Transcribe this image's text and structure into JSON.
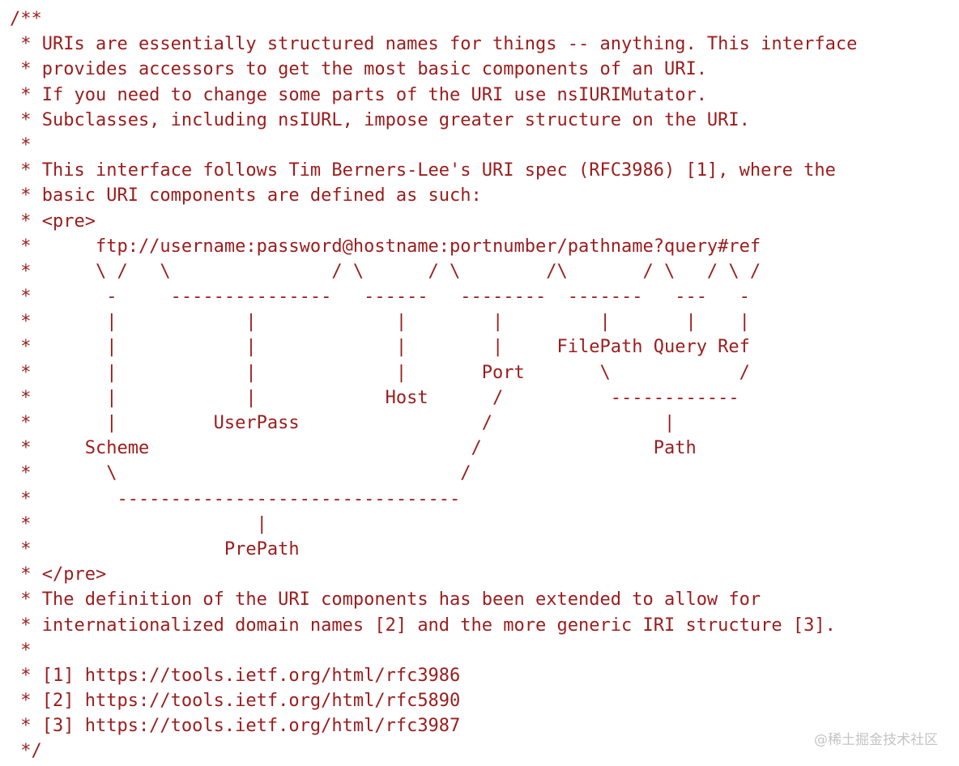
{
  "code": {
    "lines": [
      "/**",
      " * URIs are essentially structured names for things -- anything. This interface",
      " * provides accessors to get the most basic components of an URI.",
      " * If you need to change some parts of the URI use nsIURIMutator.",
      " * Subclasses, including nsIURL, impose greater structure on the URI.",
      " *",
      " * This interface follows Tim Berners-Lee's URI spec (RFC3986) [1], where the",
      " * basic URI components are defined as such:",
      " * <pre>",
      " *      ftp://username:password@hostname:portnumber/pathname?query#ref",
      " *      \\ /   \\               / \\      / \\        /\\       / \\   / \\ /",
      " *       -     ---------------   ------   --------  -------   ---   -",
      " *       |            |             |        |         |       |    |",
      " *       |            |             |        |     FilePath Query Ref",
      " *       |            |             |       Port       \\            /",
      " *       |            |            Host      /          ------------",
      " *       |         UserPass                 /                |",
      " *     Scheme                              /                Path",
      " *       \\                                /",
      " *        --------------------------------",
      " *                     |",
      " *                  PrePath",
      " * </pre>",
      " * The definition of the URI components has been extended to allow for",
      " * internationalized domain names [2] and the more generic IRI structure [3].",
      " *",
      " * [1] https://tools.ietf.org/html/rfc3986",
      " * [2] https://tools.ietf.org/html/rfc5890",
      " * [3] https://tools.ietf.org/html/rfc3987",
      " */"
    ]
  },
  "watermark": {
    "text": "@稀土掘金技术社区"
  },
  "colors": {
    "code_text": "#9b1c1c",
    "background": "#ffffff",
    "watermark": "#c4c4c4"
  }
}
